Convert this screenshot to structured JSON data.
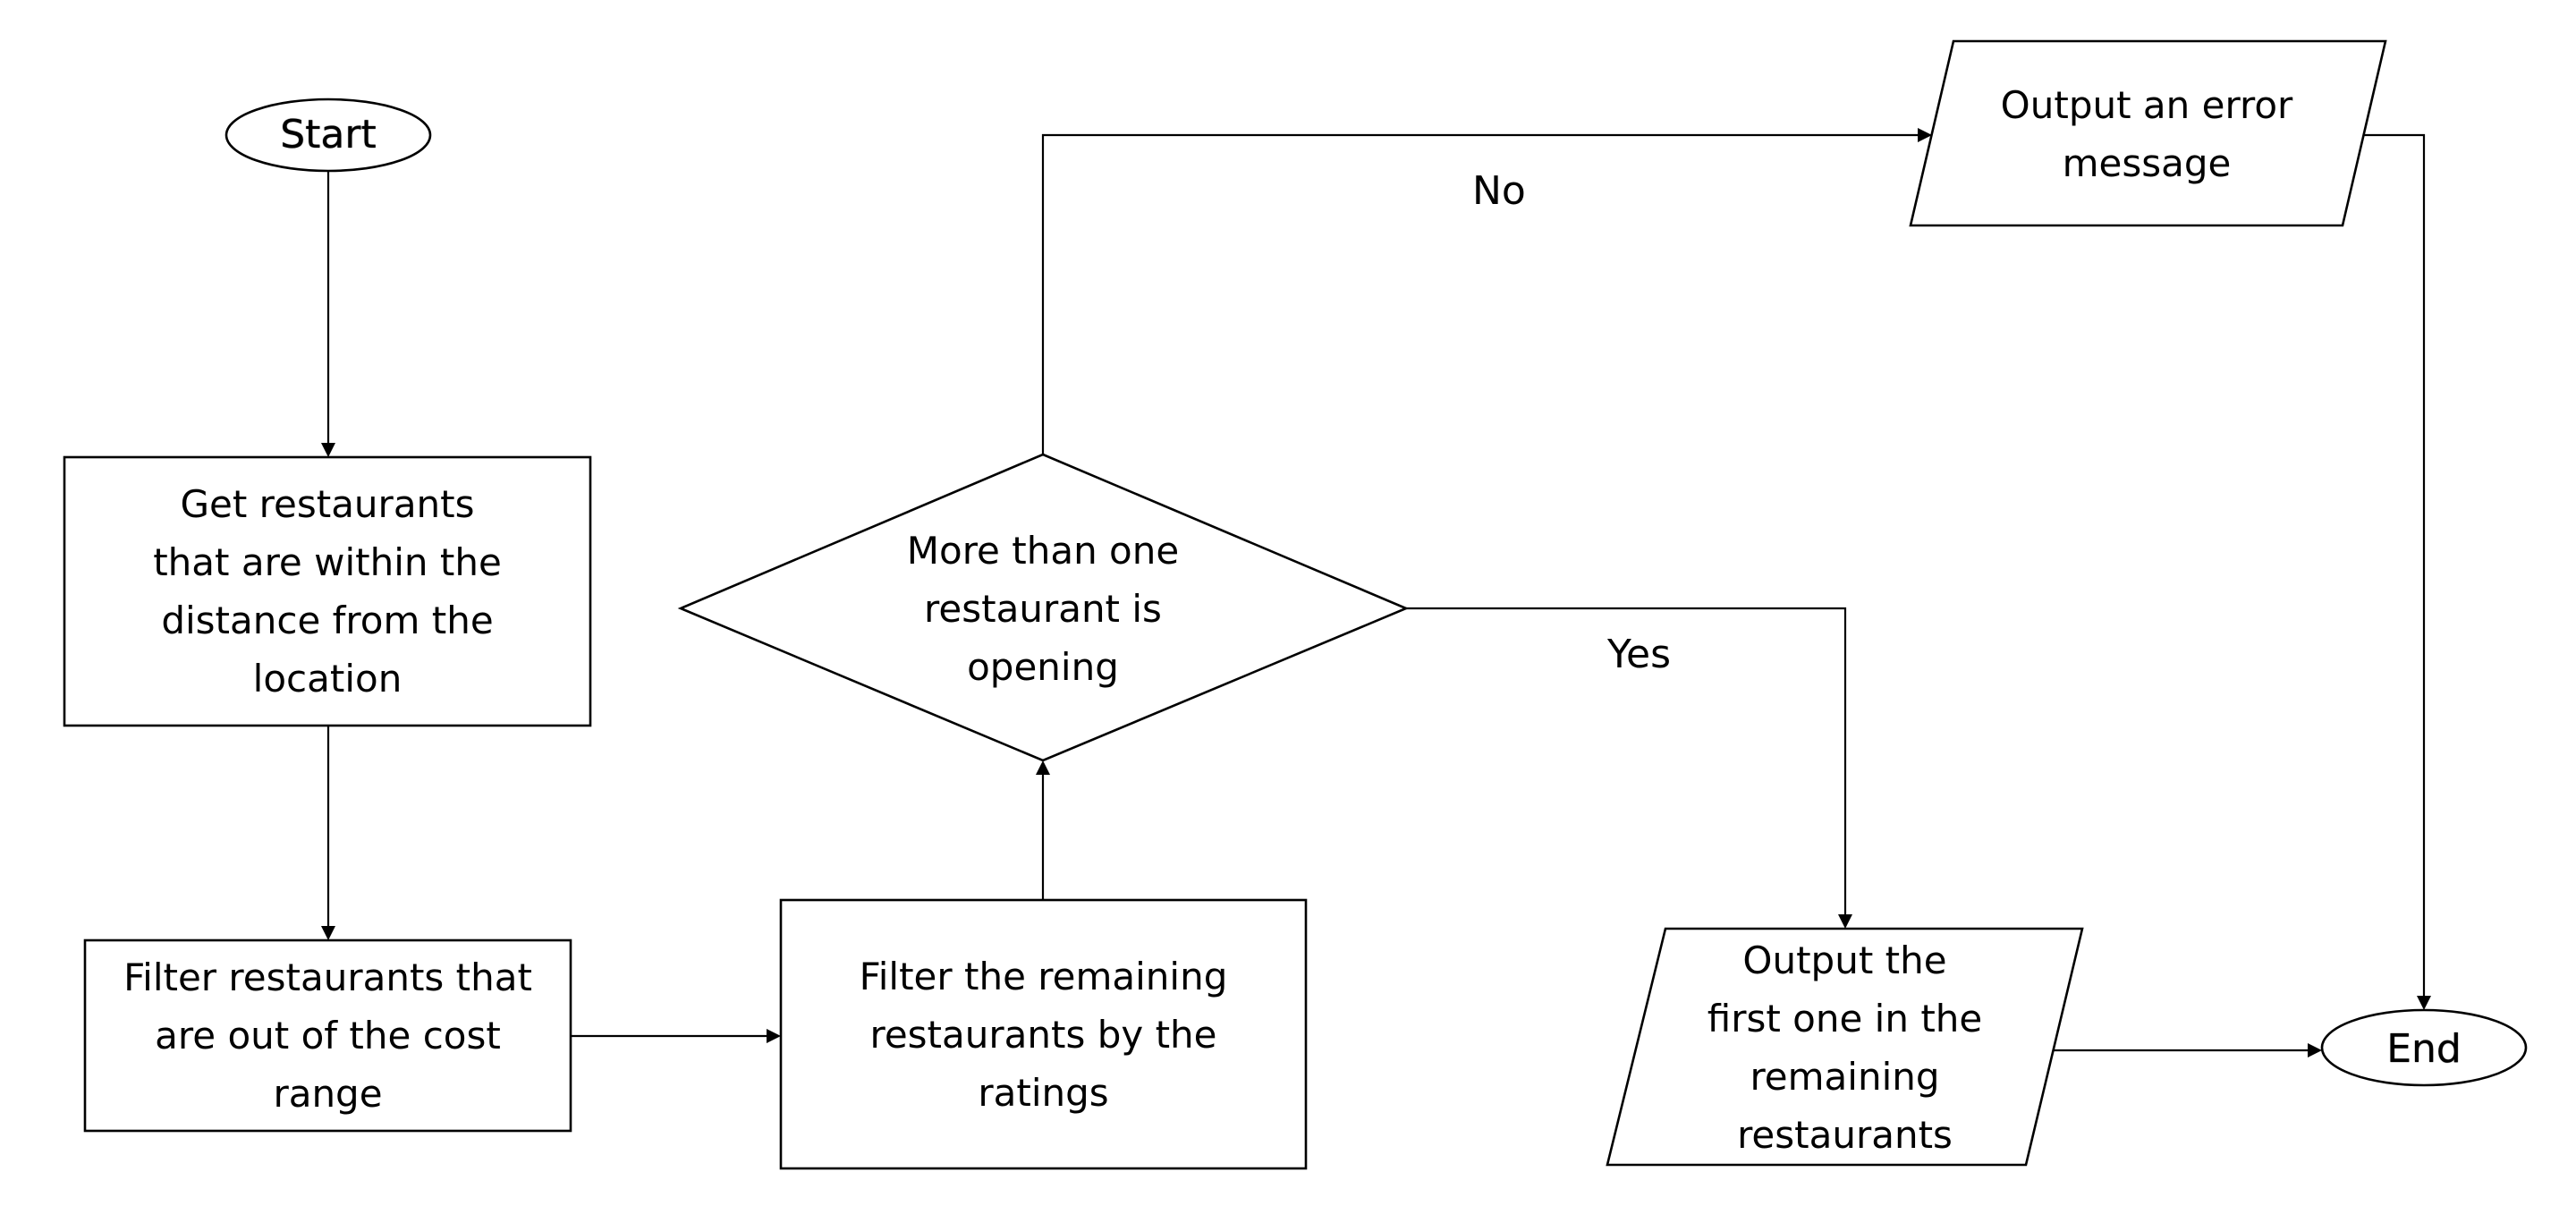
{
  "flowchart": {
    "start": {
      "label": "Start"
    },
    "get_restaurants": {
      "label": "Get restaurants\nthat are within the\ndistance from the\nlocation"
    },
    "filter_cost": {
      "label": "Filter restaurants that\nare out of the cost\nrange"
    },
    "filter_ratings": {
      "label": "Filter the remaining\nrestaurants by the\nratings"
    },
    "decision": {
      "label": "More than one\nrestaurant is\nopening"
    },
    "no_branch": {
      "label": "No"
    },
    "yes_branch": {
      "label": "Yes"
    },
    "output_error": {
      "label": "Output an error\nmessage"
    },
    "output_first": {
      "label": "Output the\nfirst one in the\nremaining\nrestaurants"
    },
    "end": {
      "label": "End"
    }
  }
}
